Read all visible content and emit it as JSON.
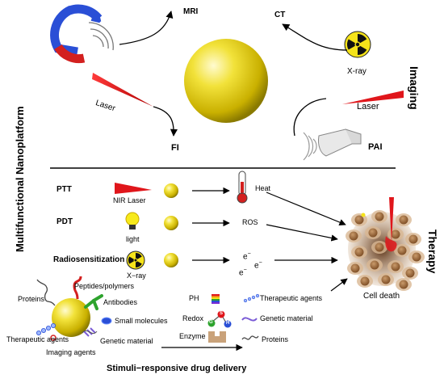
{
  "imaging": {
    "side_label": "Imaging",
    "mri": "MRI",
    "ct": "CT",
    "xray": "X-ray",
    "laser_left": "Laser",
    "laser_right": "Laser",
    "fi": "FI",
    "pai": "PAI"
  },
  "platform_label": "Multifunctional Nanoplatform",
  "therapy": {
    "side_label": "Therapy",
    "ptt": "PTT",
    "nir_laser": "NIR Laser",
    "heat": "Heat",
    "pdt": "PDT",
    "light": "light",
    "ros": "ROS",
    "radiosensitization": "Radiosensitization",
    "xray": "X−ray",
    "electron": "e",
    "electron_sup": "−",
    "cell_death": "Cell death"
  },
  "delivery": {
    "title": "Stimuli−responsive drug delivery",
    "proteins": "Proteins",
    "peptides": "Peptides/polymers",
    "antibodies": "Antibodies",
    "small_molecules": "Small molecules",
    "therapeutic_agents": "Therapeutic agents",
    "genetic_material": "Genetic material",
    "imaging_agents": "Imaging agents",
    "ph": "PH",
    "redox": "Redox",
    "enzyme": "Enzyme",
    "out_therapeutic": "Therapeutic agents",
    "out_genetic": "Genetic material",
    "out_proteins": "Proteins",
    "redox_g": "G",
    "redox_s": "S",
    "redox_h": "H"
  },
  "colors": {
    "gold_light": "#fbf6a0",
    "gold_mid": "#e6d010",
    "gold_dark": "#8a7a00",
    "laser_red": "#e0161b",
    "magnet_red": "#d3201f",
    "magnet_blue": "#2a4fd6",
    "cell_brown": "#9b6a3c"
  }
}
